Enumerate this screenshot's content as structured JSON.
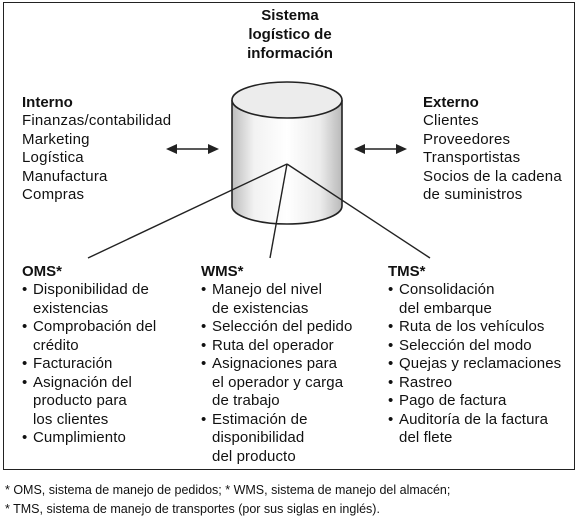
{
  "diagram": {
    "title_lines": [
      "Sistema",
      "logístico de",
      "información"
    ],
    "interno": {
      "heading": "Interno",
      "items": [
        "Finanzas/contabilidad",
        "Marketing",
        "Logística",
        "Manufactura",
        "Compras"
      ]
    },
    "externo": {
      "heading": "Externo",
      "items": [
        "Clientes",
        "Proveedores",
        "Transportistas",
        "Socios de la cadena",
        "de suministros"
      ]
    },
    "columns": [
      {
        "heading": "OMS*",
        "items": [
          "Disponibilidad de\nexistencias",
          "Comprobación del\ncrédito",
          "Facturación",
          "Asignación del\nproducto para\nlos clientes",
          "Cumplimiento"
        ]
      },
      {
        "heading": "WMS*",
        "items": [
          "Manejo del nivel\nde existencias",
          "Selección del pedido",
          "Ruta del operador",
          "Asignaciones para\nel operador y carga\nde trabajo",
          "Estimación de\ndisponibilidad\ndel producto"
        ]
      },
      {
        "heading": "TMS*",
        "items": [
          "Consolidación\ndel embarque",
          "Ruta de los vehículos",
          "Selección del modo",
          "Quejas y reclamaciones",
          "Rastreo",
          "Pago de factura",
          "Auditoría de la factura\ndel flete"
        ]
      }
    ]
  },
  "footnotes": [
    "* OMS, sistema de manejo de pedidos; * WMS, sistema de manejo del almacén;",
    "* TMS, sistema de manejo de transportes (por sus siglas en inglés)."
  ]
}
